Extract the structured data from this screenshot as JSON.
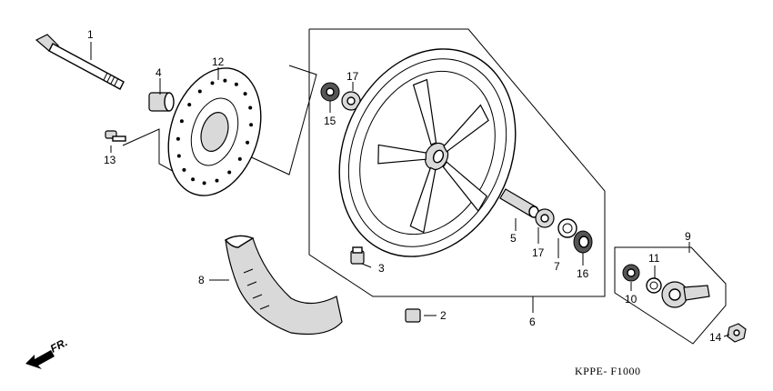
{
  "diagram": {
    "code": "KPPE- F1000",
    "direction": "FR.",
    "parts": [
      {
        "id": "p1",
        "label": "1"
      },
      {
        "id": "p2",
        "label": "2"
      },
      {
        "id": "p3",
        "label": "3"
      },
      {
        "id": "p4",
        "label": "4"
      },
      {
        "id": "p5",
        "label": "5"
      },
      {
        "id": "p6",
        "label": "6"
      },
      {
        "id": "p7",
        "label": "7"
      },
      {
        "id": "p8",
        "label": "8"
      },
      {
        "id": "p9",
        "label": "9"
      },
      {
        "id": "p10",
        "label": "10"
      },
      {
        "id": "p11",
        "label": "11"
      },
      {
        "id": "p12",
        "label": "12"
      },
      {
        "id": "p13",
        "label": "13"
      },
      {
        "id": "p14",
        "label": "14"
      },
      {
        "id": "p15",
        "label": "15"
      },
      {
        "id": "p16",
        "label": "16"
      },
      {
        "id": "p17a",
        "label": "17"
      },
      {
        "id": "p17b",
        "label": "17"
      }
    ]
  }
}
